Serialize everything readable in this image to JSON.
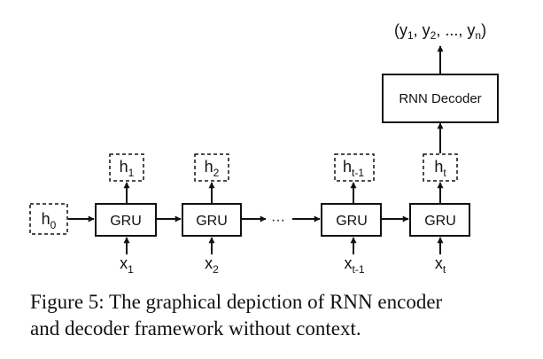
{
  "diagram": {
    "output": {
      "open": "(",
      "y": "y",
      "comma": ", ",
      "ellipsis": "...",
      "close": ")",
      "sub1": "1",
      "sub2": "2",
      "subn": "n"
    },
    "decoder": {
      "label": "RNN Decoder"
    },
    "initial_state": {
      "base": "h",
      "sub": "0"
    },
    "cells": [
      {
        "label": "GRU",
        "h_base": "h",
        "h_sub": "1",
        "x_base": "x",
        "x_sub": "1"
      },
      {
        "label": "GRU",
        "h_base": "h",
        "h_sub": "2",
        "x_base": "x",
        "x_sub": "2"
      },
      {
        "label": "GRU",
        "h_base": "h",
        "h_sub": "t-1",
        "x_base": "x",
        "x_sub": "t-1"
      },
      {
        "label": "GRU",
        "h_base": "h",
        "h_sub": "t",
        "x_base": "x",
        "x_sub": "t"
      }
    ],
    "gap": "···"
  },
  "caption": {
    "line1": "Figure 5: The graphical depiction of RNN encoder",
    "line2": "and decoder framework without context."
  }
}
